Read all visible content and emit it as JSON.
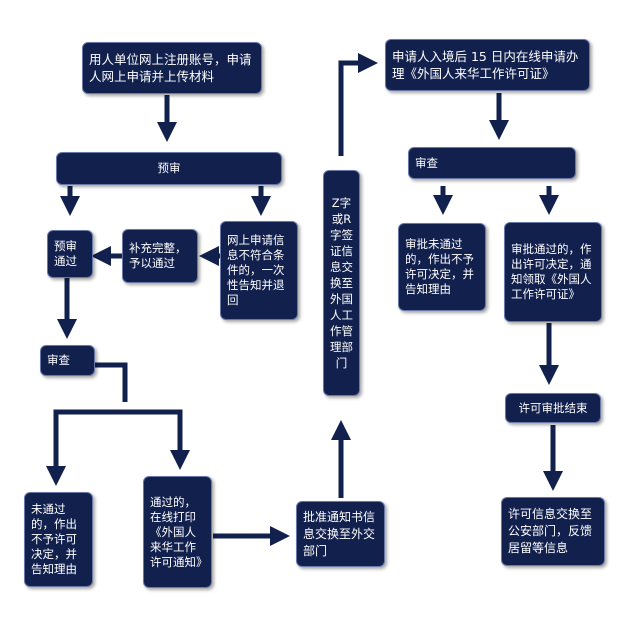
{
  "colors": {
    "box": "#12204e",
    "arrow": "#12204e",
    "background": "#ffffff"
  },
  "nodes": {
    "register": "用人单位网上注册账号，申请人网上申请并上传材料",
    "pre_review": "预审",
    "pre_pass": "预审通过",
    "supplement": "补充完整，予以通过",
    "not_meet": "网上申请信息不符合条件的，一次性告知并退回",
    "review": "审查",
    "not_pass": "未通过的，作出不予许可决定，并告知理由",
    "pass_print": "通过的，在线打印《外国人来华工作许可通知》",
    "approval_exchange": "批准通知书信息交换至外交部门",
    "z_visa": "Z字或R字签证信息交换至外国人工作管理部门",
    "entry_apply": "申请人入境后 15 日内在线申请办理《外国人来华工作许可证》",
    "review2": "审查",
    "not_approved": "审批未通过的，作出不予许可决定，并告知理由",
    "approved": "审批通过的，作出许可决定，通知领取《外国人工作许可证》",
    "approval_end": "许可审批结束",
    "info_exchange": "许可信息交换至公安部门，反馈居留等信息"
  }
}
